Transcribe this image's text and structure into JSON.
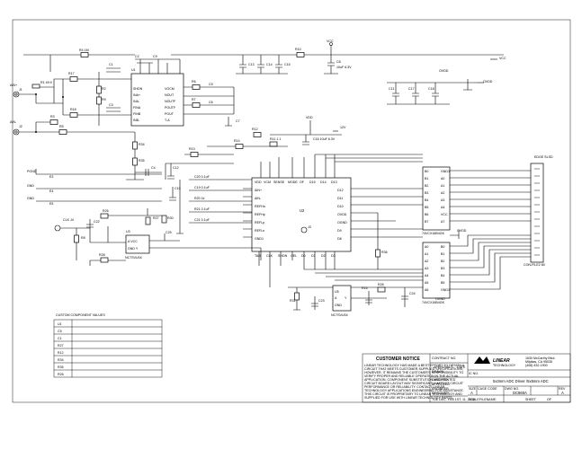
{
  "title_block": {
    "notice_title": "CUSTOMER NOTICE",
    "notice_text": [
      "LINEAR TECHNOLOGY HAS MADE A BEST EFFORT TO DESIGN A",
      "CIRCUIT THAT MEETS CUSTOMER-SUPPLIED SPECIFICATIONS;",
      "HOWEVER, IT REMAINS THE CUSTOMER'S RESPONSIBILITY TO",
      "VERIFY PROPER AND RELIABLE OPERATION IN THE ACTUAL",
      "APPLICATION. COMPONENT SUBSTITUTION AND PRINTED",
      "CIRCUIT BOARD LAYOUT MAY SIGNIFICANTLY AFFECT CIRCUIT",
      "PERFORMANCE OR RELIABILITY. CONTACT LINEAR",
      "TECHNOLOGY APPLICATIONS ENGINEERING FOR ASSISTANCE.",
      "THIS CIRCUIT IS PROPRIETARY TO LINEAR TECHNOLOGY AND",
      "SUPPLIED FOR USE WITH LINEAR TECHNOLOGY PARTS."
    ],
    "contract_no": "CONTRACT NO.",
    "approvals": "APPROVALS",
    "date": "DATE",
    "drawn": "DRAWN",
    "checked": "CHECKED",
    "approved": "APPROVED",
    "engineer": "ENGINEER",
    "designer": "DESIGNER",
    "ic_no": "IC NO.",
    "company": "LINEAR",
    "company_sub": "TECHNOLOGY",
    "address": "1630 McCarthy Blvd.",
    "address2": "Milpitas, CA 95035",
    "phone": "(408) 432-1900",
    "drawing_title": "5x3mm ADC Driver /5x5mm ADC",
    "size_label": "SIZE",
    "cage_label": "CAGE CODE",
    "dwg_label": "DWG NO.",
    "rev_label": "REV",
    "size": "A",
    "dwg_no": "DC860A",
    "rev": "A",
    "scale_label": "SCALE",
    "scale": "FILENAME:",
    "sheet_label": "SHEET",
    "sheet_of": "OF",
    "print_date": "TUE DEC. FEB 1ST, 11, 2005"
  },
  "custom_table": {
    "title": "CUSTOM COMPONENT VALUES",
    "rows": [
      "U1",
      "C5",
      "C1",
      "R27",
      "R12",
      "R34",
      "R35",
      "R26"
    ]
  },
  "ics": {
    "u1_pins_left": [
      "SHDN",
      "INA+",
      "INA-",
      "FINA",
      "FINB",
      "INB-"
    ],
    "u1_pins_right": [
      "VOCM",
      "NOUT",
      "NOUTF",
      "POUTF",
      "POUT",
      "T-A"
    ],
    "u2_label": "U2",
    "u2_top_pins": [
      "VDD",
      "VCM",
      "SENSE",
      "MODE",
      "OF",
      "D15",
      "D14",
      "D13"
    ],
    "u2_left_pins": [
      "AIN+",
      "AIN-",
      "REFHn",
      "REFHp",
      "REFLp",
      "REFLn",
      "GND1"
    ],
    "u2_right_pins": [
      "D12",
      "D11",
      "D10",
      "OVDD",
      "OGND",
      "D9",
      "D8"
    ],
    "u2_bottom_pins": [
      "TAB",
      "CLK",
      "SHDN",
      "OEL",
      "D0",
      "D1",
      "D2",
      "D3"
    ],
    "buffer1_label": "74VCX16B4GK",
    "buffer2_label": "74VCX16B4GK",
    "clock_ic": "NC7SVU04",
    "clock_ic2": "NC7SVU04",
    "connector": "CON-FILE2 80",
    "connector_top": "EDGE SLSD"
  },
  "nets": {
    "vcc_top": "VCC",
    "vcc_right": "VCC",
    "vdd": "VDD",
    "ovdd": "OVDD",
    "ovdd_right": "OVDD",
    "v12": "12V",
    "vin_top": "VIN",
    "ain_plus": "AIN+",
    "ain_minus": "AIN-",
    "pgnd": "PGND",
    "gnd_a": "GND",
    "gnd_b": "GND"
  },
  "component_labels": [
    "R4",
    "R17",
    "R2",
    "R9",
    "R3",
    "R5",
    "C1",
    "C3",
    "C2",
    "C9",
    "C4",
    "C5",
    "R12",
    "R13",
    "R14",
    "C12",
    "C16",
    "C10",
    "R20",
    "R21",
    "C11",
    "C18",
    "R6",
    "R7",
    "R30",
    "R31",
    "R35",
    "C19",
    "C20",
    "R8",
    "R26",
    "R27",
    "R28",
    "J1",
    "J2",
    "J3",
    "U1",
    "U2",
    "U3",
    "U4",
    "U5",
    "U6",
    "C13",
    "C14",
    "C15",
    "R10",
    "R11",
    "C6",
    "C7",
    "C8",
    "C17",
    "R36"
  ]
}
